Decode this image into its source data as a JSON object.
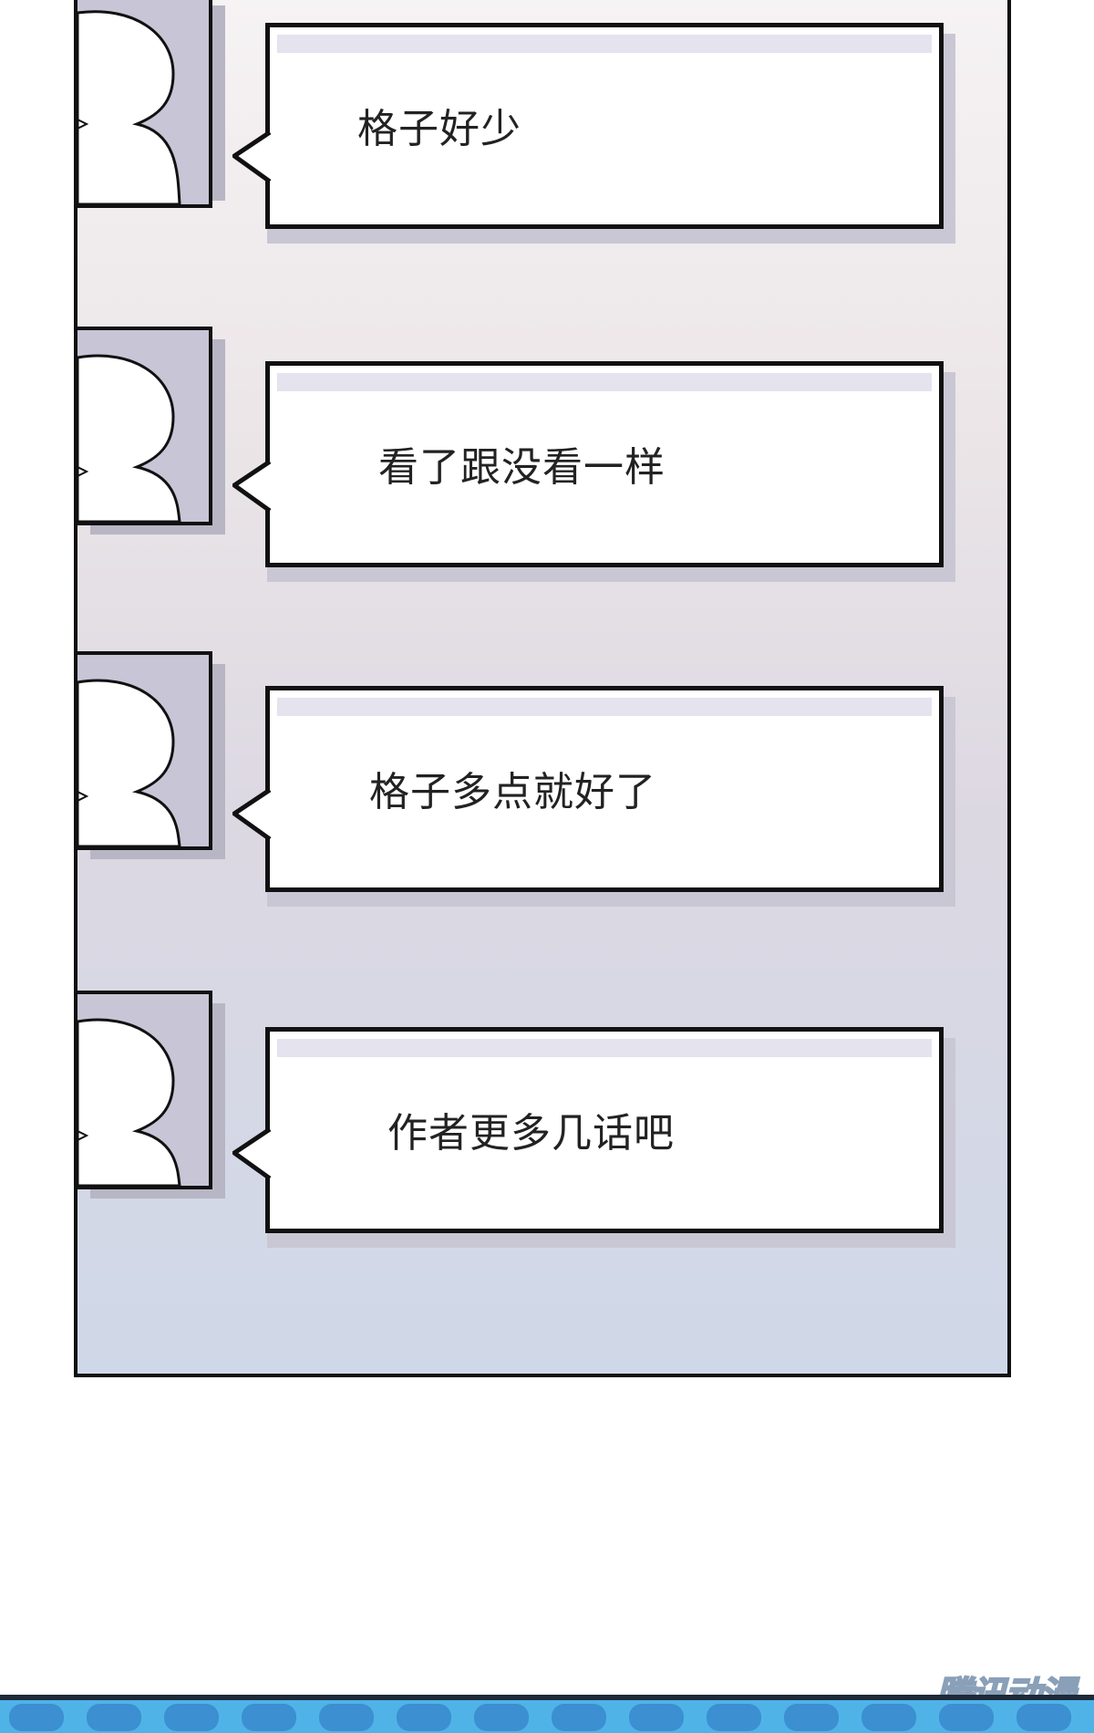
{
  "messages": [
    {
      "text": "格子好少"
    },
    {
      "text": "看了跟没看一样"
    },
    {
      "text": "格子多点就好了"
    },
    {
      "text": "作者更多几话吧"
    }
  ],
  "watermark": {
    "text": "腾讯动漫"
  },
  "colors": {
    "avatar_bg": "#c7c5d6",
    "bubble_bg": "#ffffff",
    "outline": "#111111",
    "bottom_strip": "#4fb3e8"
  },
  "icons": [
    "avatar-silhouette-icon",
    "speech-tail-icon"
  ]
}
